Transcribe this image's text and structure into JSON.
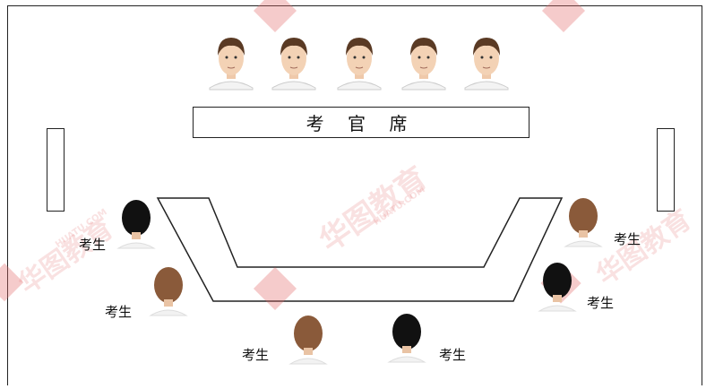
{
  "desk_label": "考 官 席",
  "candidate_label": "考生",
  "watermark": {
    "brand": "华图教育",
    "site": "HUATU.COM",
    "since": "SINCE 2001"
  }
}
